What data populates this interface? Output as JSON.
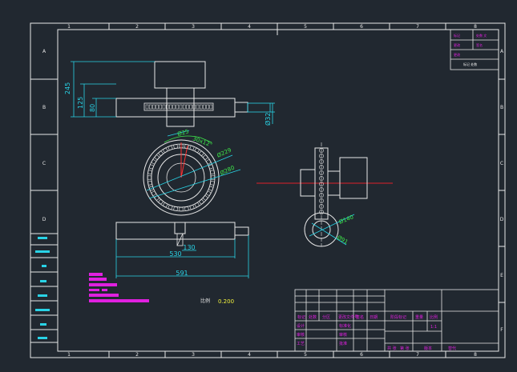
{
  "colors": {
    "background": "#212830",
    "line_white": "#e8e8e8",
    "dimension_cyan": "#29d3e6",
    "dimension_green": "#3ee84a",
    "centerline_red": "#e0202a",
    "magenta": "#e020e0",
    "yellow": "#f2f23c",
    "section_red": "#ff3030"
  },
  "grid": {
    "columns": [
      "1",
      "2",
      "3",
      "4",
      "5",
      "6",
      "7",
      "8"
    ],
    "rows": [
      "A",
      "B",
      "C",
      "D",
      "E",
      "F"
    ]
  },
  "revision_box": {
    "row1_left": "标记",
    "row1_right": "处数 文",
    "row2_left": "更改",
    "row2_right": "签名",
    "row3": "标记 处数"
  },
  "dimensions": {
    "d245": "245",
    "d125": "125",
    "d80": "80",
    "phi32": "Ø32",
    "phi25": "Ø25",
    "angle": "30x12°",
    "phi229": "Ø229",
    "phi280": "Ø280",
    "d130": "130",
    "d530": "530",
    "d591": "591",
    "phi140": "Ø140",
    "phi91": "Ø91"
  },
  "scale": {
    "label": "比例",
    "value": "0.200"
  },
  "title_block": {
    "c1": "标记",
    "c2": "处数",
    "c3": "分区",
    "c4": "更改文件号",
    "c5": "签名",
    "c6": "日期",
    "r2": "设计",
    "r3": "审核",
    "r4": "工艺",
    "c7": "标准化",
    "c8": "批准",
    "mid_label": "阶段标记",
    "weight": "重量",
    "ratio": "比例",
    "ratio_value": "1:1",
    "sheet_total": "共 张",
    "sheet_no": "第 张",
    "version": "版本",
    "replace": "替代"
  }
}
